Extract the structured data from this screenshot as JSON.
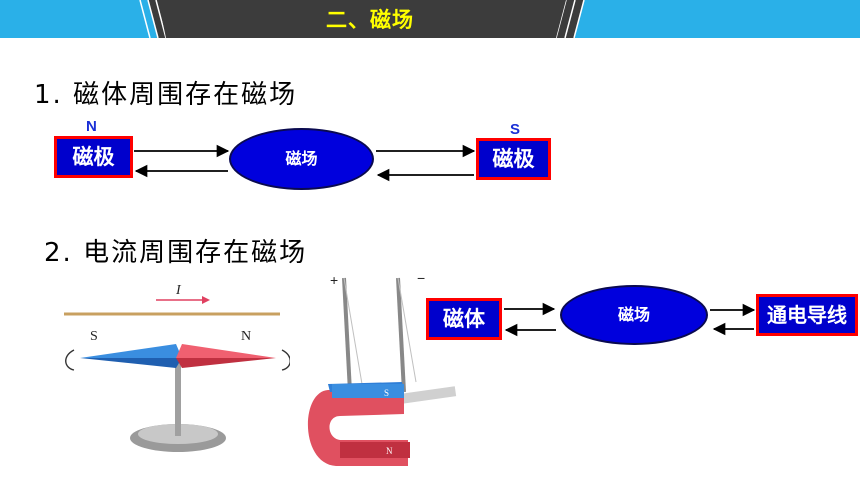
{
  "header": {
    "title": "二、磁场"
  },
  "section1": {
    "heading": "1. 磁体周围存在磁场",
    "left_box": {
      "pole": "N",
      "label": "磁极"
    },
    "center": "磁场",
    "right_box": {
      "pole": "S",
      "label": "磁极"
    }
  },
  "section2": {
    "heading": "2. 电流周围存在磁场",
    "left_box": "磁体",
    "center": "磁场",
    "right_box": "通电导线"
  },
  "compass_figure": {
    "current_label": "I",
    "south_label": "S",
    "north_label": "N"
  },
  "magnet_figure": {
    "plus": "+",
    "minus": "−",
    "s_mark": "S",
    "n_mark": "N"
  },
  "colors": {
    "header_bg": "#3a3a3a",
    "accent": "#2ab0e8",
    "box_fill": "#0000cc",
    "box_border": "#ff0000"
  }
}
